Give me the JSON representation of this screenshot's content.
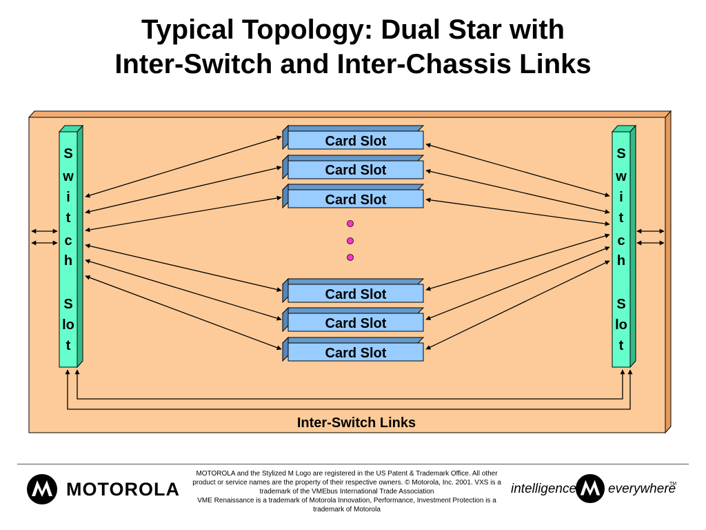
{
  "title": {
    "line1": "Typical Topology: Dual Star with",
    "line2": "Inter-Switch and Inter-Chassis Links"
  },
  "switch_slot": {
    "left_chars": [
      "S",
      "w",
      "i",
      "t",
      "c",
      "h",
      "S",
      "lo",
      "t"
    ],
    "right_chars": [
      "S",
      "w",
      "i",
      "t",
      "c",
      "h",
      "S",
      "lo",
      "t"
    ]
  },
  "card_slots": [
    "Card Slot",
    "Card Slot",
    "Card Slot",
    "Card Slot",
    "Card Slot",
    "Card Slot"
  ],
  "inter_switch_label": "Inter-Switch Links",
  "colors": {
    "chassis": "#fccb99",
    "switch": "#66ffcc",
    "card": "#99ccff",
    "dots": "#ff33cc"
  },
  "footer": {
    "legal": [
      "MOTOROLA and the Stylized M Logo are registered in the US Patent & Trademark Office. All other",
      "product or service names are the property of their respective owners.  © Motorola, Inc. 2001.  VXS is a",
      "trademark of the VMEbus International Trade Association",
      "VME Renaissance is a trademark of Motorola Innovation, Performance, Investment Protection is a",
      "trademark of Motorola"
    ],
    "brand": "MOTOROLA",
    "tagline_left": "intelligence",
    "tagline_right": "everywhere",
    "tm": "TM",
    "logo_icon": "motorola-m-logo-icon"
  }
}
